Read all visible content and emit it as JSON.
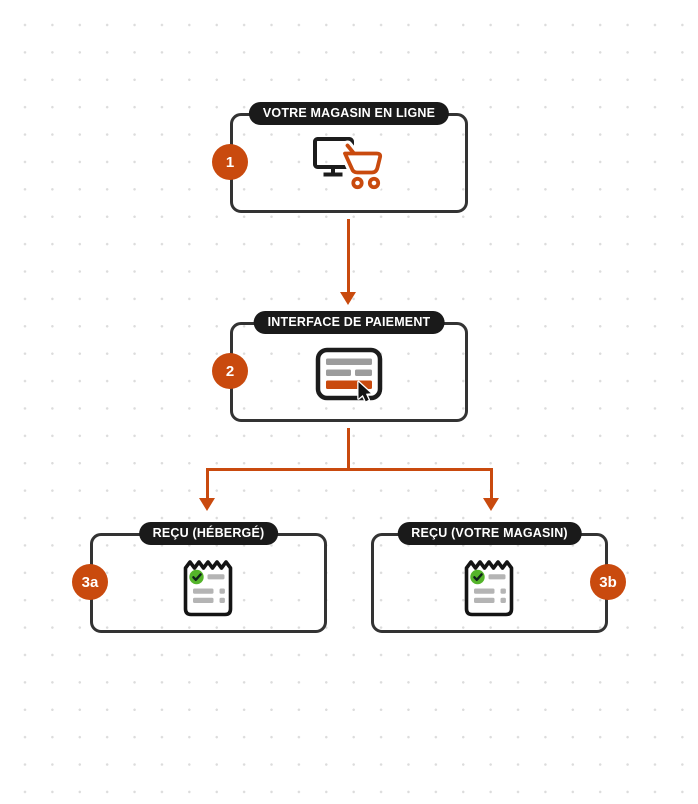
{
  "colors": {
    "accent": "#c94a0e",
    "pill-bg": "#1a1a1a",
    "box-border": "#333333",
    "bg-dot": "#dcdcdc",
    "badge-text": "#ffffff",
    "icon-dark": "#1c1c1c",
    "icon-gray": "#9c9c9c",
    "receipt-gray": "#b4b4b4",
    "check-green": "#54b42a"
  },
  "diagram": {
    "nodes": [
      {
        "id": "store",
        "step": "1",
        "label": "VOTRE MAGASIN EN LIGNE",
        "icon": "monitor-cart-icon"
      },
      {
        "id": "payment",
        "step": "2",
        "label": "INTERFACE DE PAIEMENT",
        "icon": "payment-form-cursor-icon"
      },
      {
        "id": "receipt-hosted",
        "step": "3a",
        "label": "REÇU (HÉBERGÉ)",
        "icon": "receipt-check-icon"
      },
      {
        "id": "receipt-store",
        "step": "3b",
        "label": "REÇU (VOTRE MAGASIN)",
        "icon": "receipt-check-icon"
      }
    ],
    "edges": [
      {
        "from": "1",
        "to": "2"
      },
      {
        "from": "2",
        "to": "3a"
      },
      {
        "from": "2",
        "to": "3b"
      }
    ]
  }
}
